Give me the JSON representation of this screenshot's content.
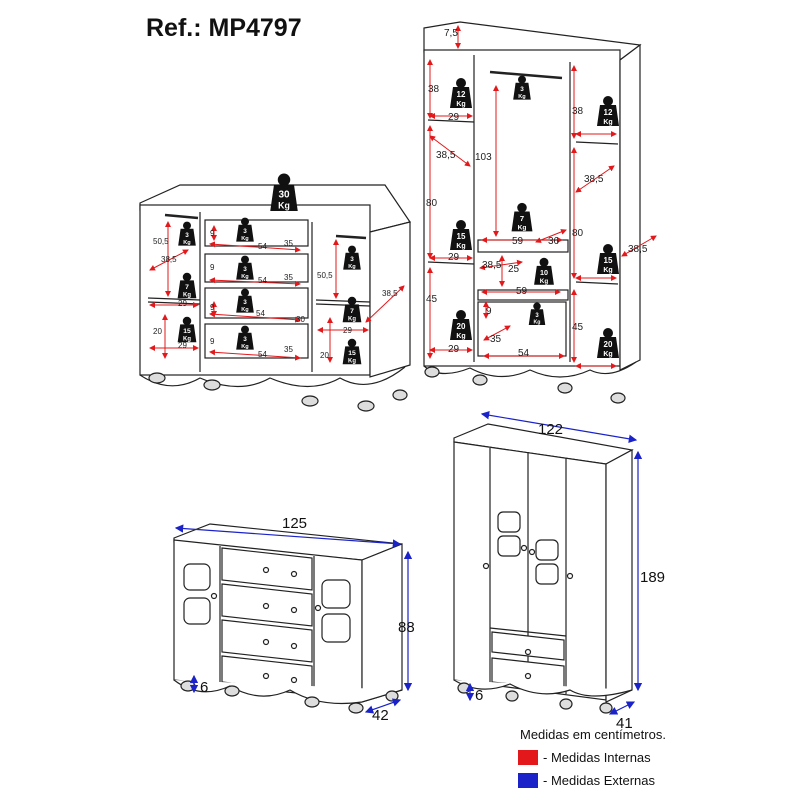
{
  "reference": "Ref.: MP4797",
  "colors": {
    "internal": "#e3181b",
    "external": "#1a22c8",
    "outline": "#222222",
    "weight_tag": "#111111"
  },
  "weight_unit": "Kg",
  "cabinet_front": {
    "width": "125",
    "height": "88",
    "depth": "42",
    "foot": "6"
  },
  "wardrobe_front": {
    "width": "122",
    "height": "189",
    "depth": "41",
    "foot": "6"
  },
  "cabinet_internal": {
    "top_weight": "30",
    "drawer_weights": [
      "3",
      "3",
      "3",
      "3"
    ],
    "left_weights": [
      "3",
      "7",
      "15"
    ],
    "right_weights": [
      "3",
      "7",
      "15"
    ],
    "dims": {
      "left_h1": "50,5",
      "left_d1": "38,5",
      "left_w1": "29",
      "left_h2": "20",
      "left_w2": "29",
      "drawer_w": "54",
      "drawer_d": "35",
      "drawer_d2": "30",
      "drawer_h": "9",
      "right_h1": "50,5",
      "right_h2": "20",
      "right_w": "29",
      "right_d": "38,5"
    }
  },
  "wardrobe_internal": {
    "left_weights": [
      "12",
      "15",
      "20"
    ],
    "center_weights": [
      "3",
      "7",
      "10",
      "3"
    ],
    "right_weights": [
      "12",
      "15",
      "20"
    ],
    "dims": {
      "top_h": "7,5",
      "left_h1": "38",
      "left_w": "29",
      "left_h2": "38,5",
      "left_h3": "80",
      "left_h4": "45",
      "left_d": "38,5",
      "center_h": "103",
      "center_w": "59",
      "center_d": "36",
      "center_h2": "25",
      "drawer_h": "9",
      "drawer_d": "35",
      "drawer_w": "54",
      "right_h1": "38",
      "right_h2": "38,5",
      "right_h3": "80",
      "right_h4": "45",
      "right_d": "38,5"
    }
  },
  "legend": {
    "title": "Medidas em centímetros.",
    "internal_label": "- Medidas Internas",
    "external_label": "- Medidas Externas"
  }
}
